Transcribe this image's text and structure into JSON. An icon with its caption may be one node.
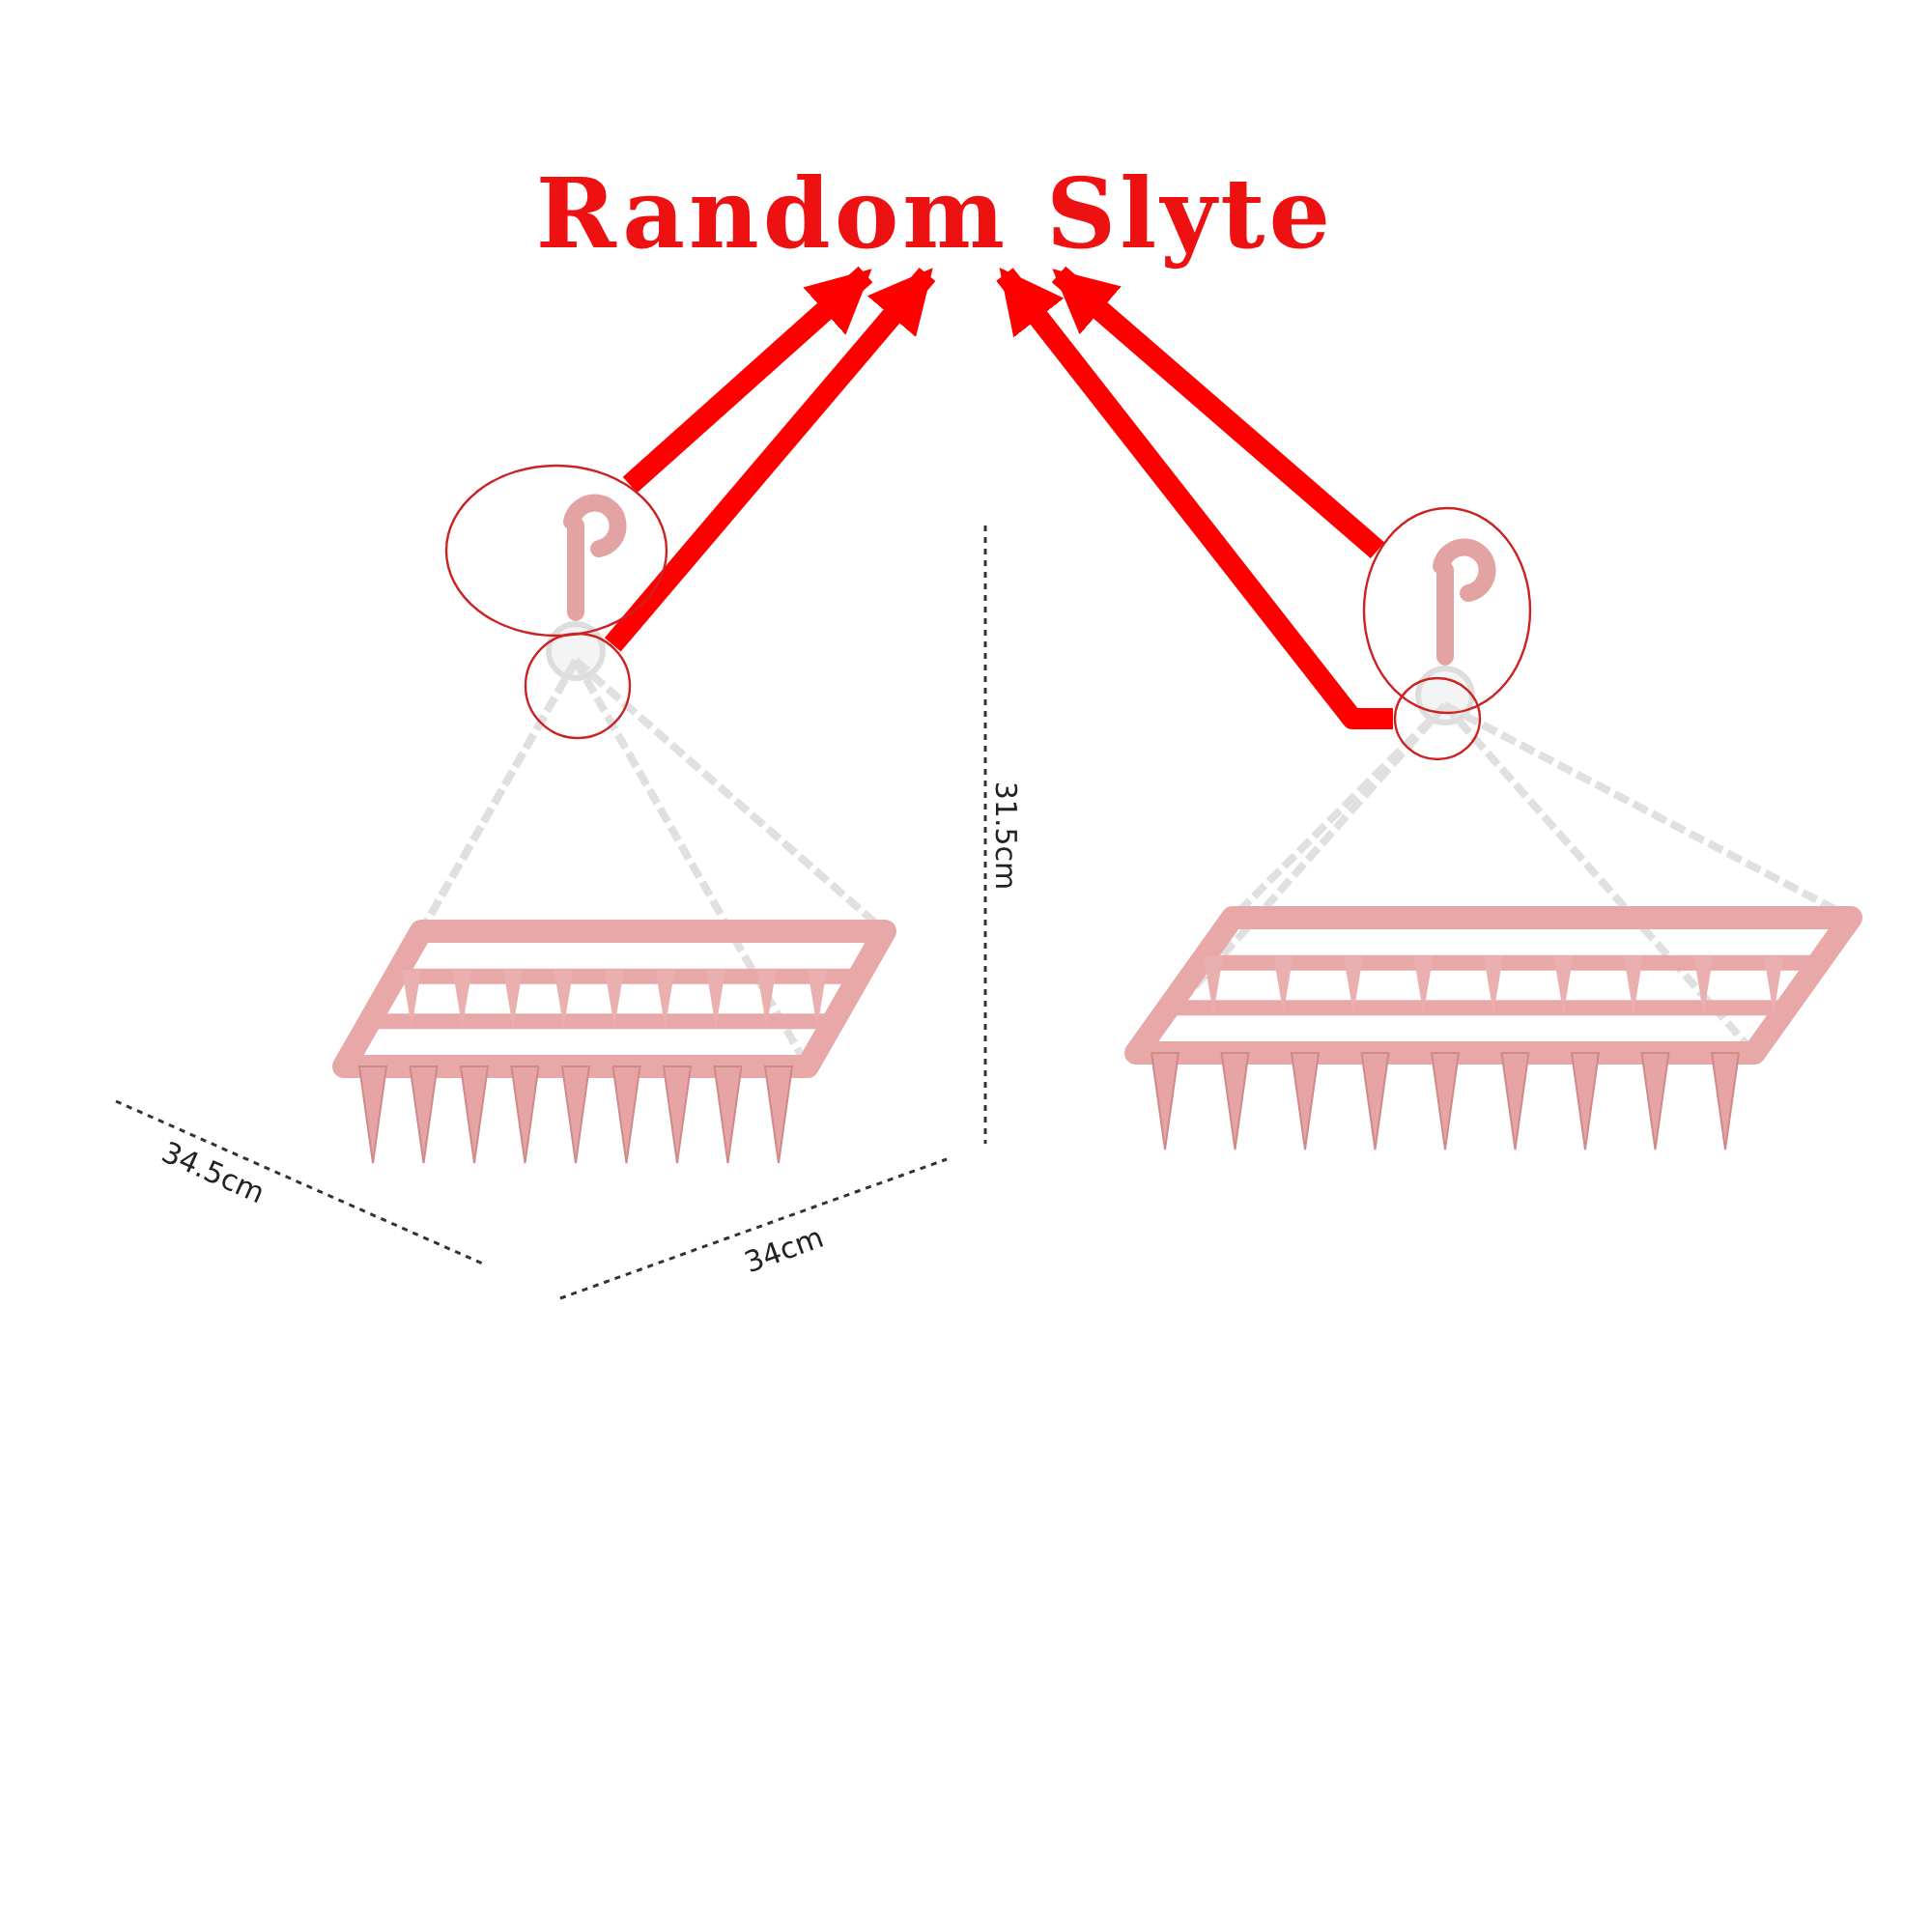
{
  "diagram": {
    "nodes": [
      {
        "text": [
          "Random Slyte"
        ]
      },
      {
        "text": [],
        "shape": "circle"
      },
      {
        "text": [],
        "shape": "circle"
      },
      {
        "text": [],
        "shape": "circle"
      },
      {
        "text": [],
        "shape": "circle"
      }
    ],
    "edges": [
      {
        "from": 1,
        "to": 0,
        "arrow": "to"
      },
      {
        "from": 2,
        "to": 0,
        "arrow": "to"
      },
      {
        "from": 3,
        "to": 0,
        "arrow": "to"
      },
      {
        "from": 4,
        "to": 0,
        "arrow": "to"
      }
    ],
    "labels": [
      "31.5cm",
      "34.5cm",
      "34cm"
    ]
  }
}
